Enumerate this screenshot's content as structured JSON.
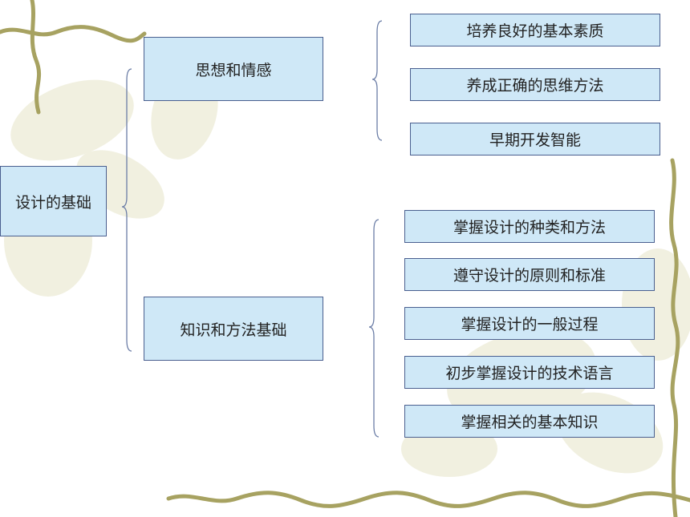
{
  "diagram": {
    "root": "设计的基础",
    "branches": [
      {
        "label": "思想和情感",
        "children": [
          "培养良好的基本素质",
          "养成正确的思维方法",
          "早期开发智能"
        ]
      },
      {
        "label": "知识和方法基础",
        "children": [
          "掌握设计的种类和方法",
          "遵守设计的原则和标准",
          "掌握设计的一般过程",
          "初步掌握设计的技术语言",
          "掌握相关的基本知识"
        ]
      }
    ]
  },
  "colors": {
    "box_fill": "#cfe8f7",
    "box_border": "#4a5f8f",
    "brace": "#6b7da6",
    "vine": "#a7a261",
    "blossom": "#e7e6cf"
  }
}
